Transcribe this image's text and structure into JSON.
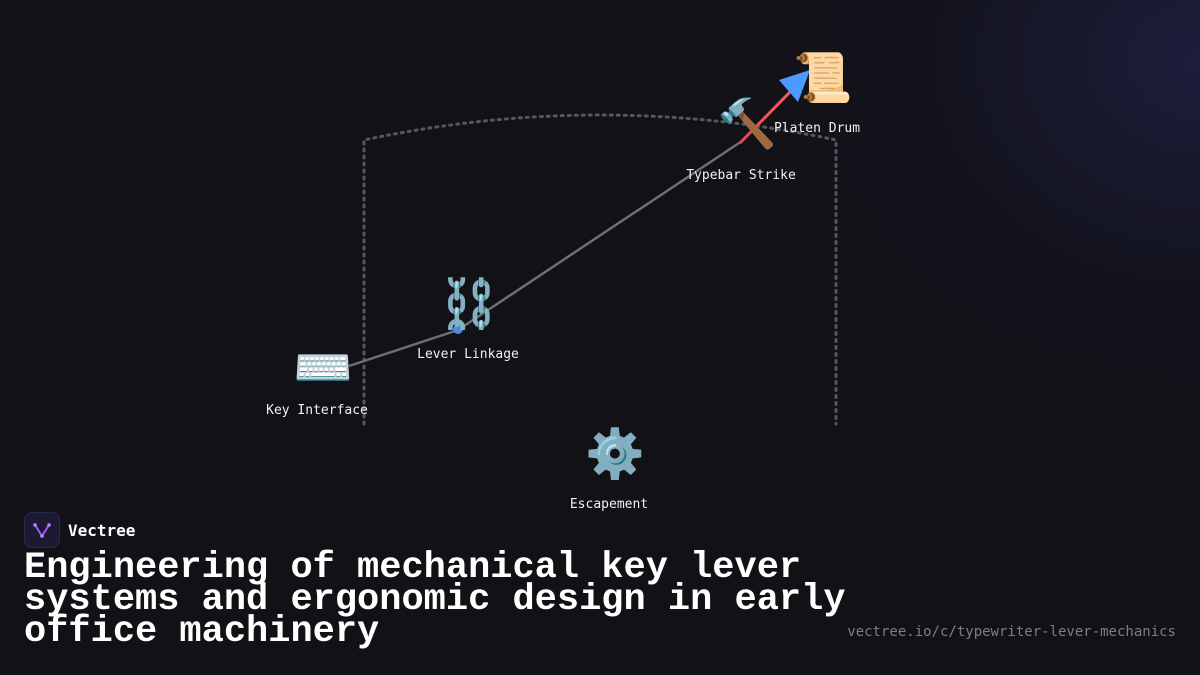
{
  "brand": {
    "name": "Vectree",
    "accent": "#a855f7"
  },
  "title": "Engineering of mechanical key lever systems and ergonomic design in early office machinery",
  "url": "vectree.io/c/typewriter-lever-mechanics",
  "diagram": {
    "nodes": [
      {
        "id": "key-interface",
        "label": "Key Interface",
        "icon": "keyboard-icon",
        "glyph": "⌨️"
      },
      {
        "id": "lever-linkage",
        "label": "Lever Linkage",
        "icon": "chain-icon",
        "glyph": "⛓️"
      },
      {
        "id": "typebar-strike",
        "label": "Typebar Strike",
        "icon": "hammer-icon",
        "glyph": "🔨"
      },
      {
        "id": "platen-drum",
        "label": "Platen Drum",
        "icon": "scroll-icon",
        "glyph": "📜"
      },
      {
        "id": "escapement",
        "label": "Escapement",
        "icon": "gear-icon",
        "glyph": "⚙️"
      }
    ],
    "colors": {
      "connector": "#6e6e78",
      "strike_arrow": "#e5484d",
      "arrow_head": "#4c9aff",
      "joint": "#4c8de0",
      "boundary": "#56565e"
    }
  }
}
